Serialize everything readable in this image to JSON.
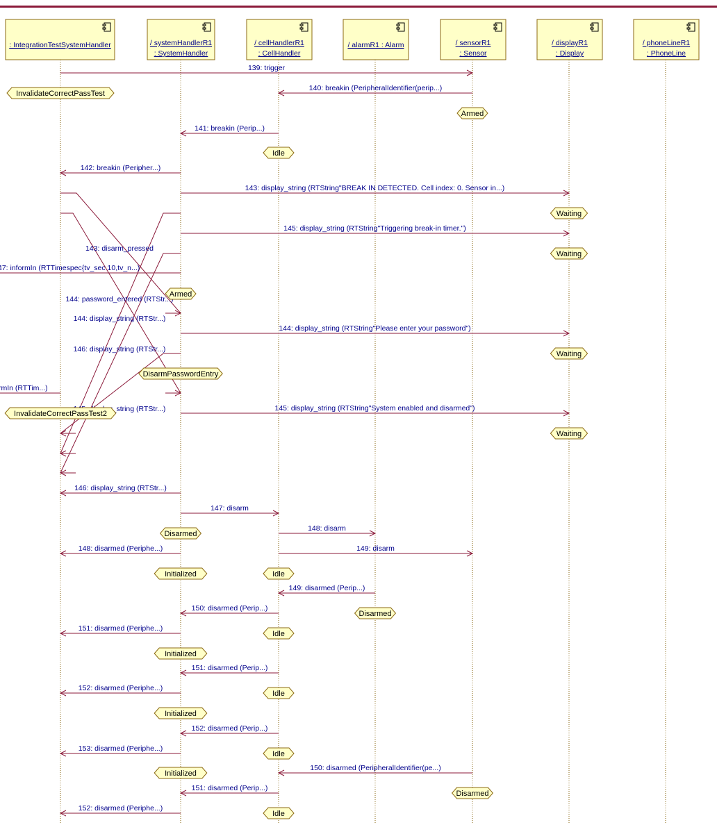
{
  "colors": {
    "frame": "#8b1a3a",
    "message": "#8b1a3a",
    "text": "#00008b",
    "box_fill": "#ffffc8",
    "box_stroke": "#8b6914",
    "state_fill": "#ffffc8"
  },
  "lifelines": [
    {
      "id": "test",
      "line1": ": IntegrationTestSystemHandler",
      "line2": ""
    },
    {
      "id": "sys",
      "line1": "/ systemHandlerR1",
      "line2": ": SystemHandler"
    },
    {
      "id": "cell",
      "line1": "/ cellHandlerR1",
      "line2": ": CellHandler"
    },
    {
      "id": "alarm",
      "line1": "/ alarmR1 : Alarm",
      "line2": ""
    },
    {
      "id": "sensor",
      "line1": "/ sensorR1",
      "line2": ": Sensor"
    },
    {
      "id": "display",
      "line1": "/ displayR1",
      "line2": ": Display"
    },
    {
      "id": "phone",
      "line1": "/ phoneLineR1",
      "line2": ": PhoneLine"
    }
  ],
  "messages": [
    {
      "from": "test",
      "to": "sensor",
      "label": "139: trigger"
    },
    {
      "from": "sensor",
      "to": "cell",
      "label": "140: breakin (PeripheralIdentifier(perip...)"
    },
    {
      "from": "cell",
      "to": "sys",
      "label": "141: breakin (Perip...)"
    },
    {
      "from": "sys",
      "to": "test",
      "label": "142: breakin (Peripher...)"
    },
    {
      "from": "sys",
      "to": "display",
      "label": "143: display_string (RTString\"BREAK IN DETECTED. Cell index: 0. Sensor in...)"
    },
    {
      "from": "sys",
      "to": "display",
      "label": "145: display_string (RTString\"Triggering break-in timer.\")"
    },
    {
      "from": "sys",
      "to": "display",
      "label": "144: display_string (RTString\"Please enter your password\")"
    },
    {
      "from": "sys",
      "to": "display",
      "label": "145: display_string (RTString\"System enabled and disarmed\")"
    },
    {
      "from": "sys",
      "to": "test",
      "label": "146: display_string (RTStr...)"
    },
    {
      "from": "sys",
      "to": "cell",
      "label": "147: disarm"
    },
    {
      "from": "cell",
      "to": "alarm",
      "label": "148: disarm"
    },
    {
      "from": "sys",
      "to": "test",
      "label": "148: disarmed (Periphe...)"
    },
    {
      "from": "cell",
      "to": "sensor",
      "label": "149: disarm"
    },
    {
      "from": "alarm",
      "to": "cell",
      "label": "149: disarmed (Perip...)"
    },
    {
      "from": "cell",
      "to": "sys",
      "label": "150: disarmed (Perip...)"
    },
    {
      "from": "sys",
      "to": "test",
      "label": "151: disarmed (Periphe...)"
    },
    {
      "from": "cell",
      "to": "sys",
      "label": "151: disarmed (Perip...)"
    },
    {
      "from": "sys",
      "to": "test",
      "label": "152: disarmed (Periphe...)"
    },
    {
      "from": "cell",
      "to": "sys",
      "label": "152: disarmed (Perip...)"
    },
    {
      "from": "sys",
      "to": "test",
      "label": "153: disarmed (Periphe...)"
    },
    {
      "from": "sensor",
      "to": "cell",
      "label": "150: disarmed (PeripheralIdentifier(pe...)"
    },
    {
      "from": "cell",
      "to": "sys",
      "label": "151: disarmed (Perip...)"
    },
    {
      "from": "sys",
      "to": "test",
      "label": "152: disarmed (Periphe...)"
    }
  ],
  "crossing_labels": [
    "143: disarm_pressed",
    "144: password_entered (RTStr...)",
    "144: display_string (RTStr...)",
    "146: display_string (RTStr...)",
    "145: display_string (RTStr...)"
  ],
  "offpage_labels": [
    "47: informIn (RTTimespec{tv_sec 10,tv_n...)",
    "rmIn (RTTim...)"
  ],
  "states": [
    {
      "on": "test",
      "label": "InvalidateCorrectPassTest"
    },
    {
      "on": "sensor",
      "label": "Armed"
    },
    {
      "on": "cell",
      "label": "Idle"
    },
    {
      "on": "display",
      "label": "Waiting"
    },
    {
      "on": "display",
      "label": "Waiting"
    },
    {
      "on": "sys",
      "label": "Armed"
    },
    {
      "on": "display",
      "label": "Waiting"
    },
    {
      "on": "sys",
      "label": "DisarmPasswordEntry"
    },
    {
      "on": "test",
      "label": "InvalidateCorrectPassTest2"
    },
    {
      "on": "display",
      "label": "Waiting"
    },
    {
      "on": "sys",
      "label": "Disarmed"
    },
    {
      "on": "sys",
      "label": "Initialized"
    },
    {
      "on": "cell",
      "label": "Idle"
    },
    {
      "on": "alarm",
      "label": "Disarmed"
    },
    {
      "on": "cell",
      "label": "Idle"
    },
    {
      "on": "sys",
      "label": "Initialized"
    },
    {
      "on": "cell",
      "label": "Idle"
    },
    {
      "on": "sys",
      "label": "Initialized"
    },
    {
      "on": "cell",
      "label": "Idle"
    },
    {
      "on": "sys",
      "label": "Initialized"
    },
    {
      "on": "sensor",
      "label": "Disarmed"
    },
    {
      "on": "cell",
      "label": "Idle"
    }
  ]
}
